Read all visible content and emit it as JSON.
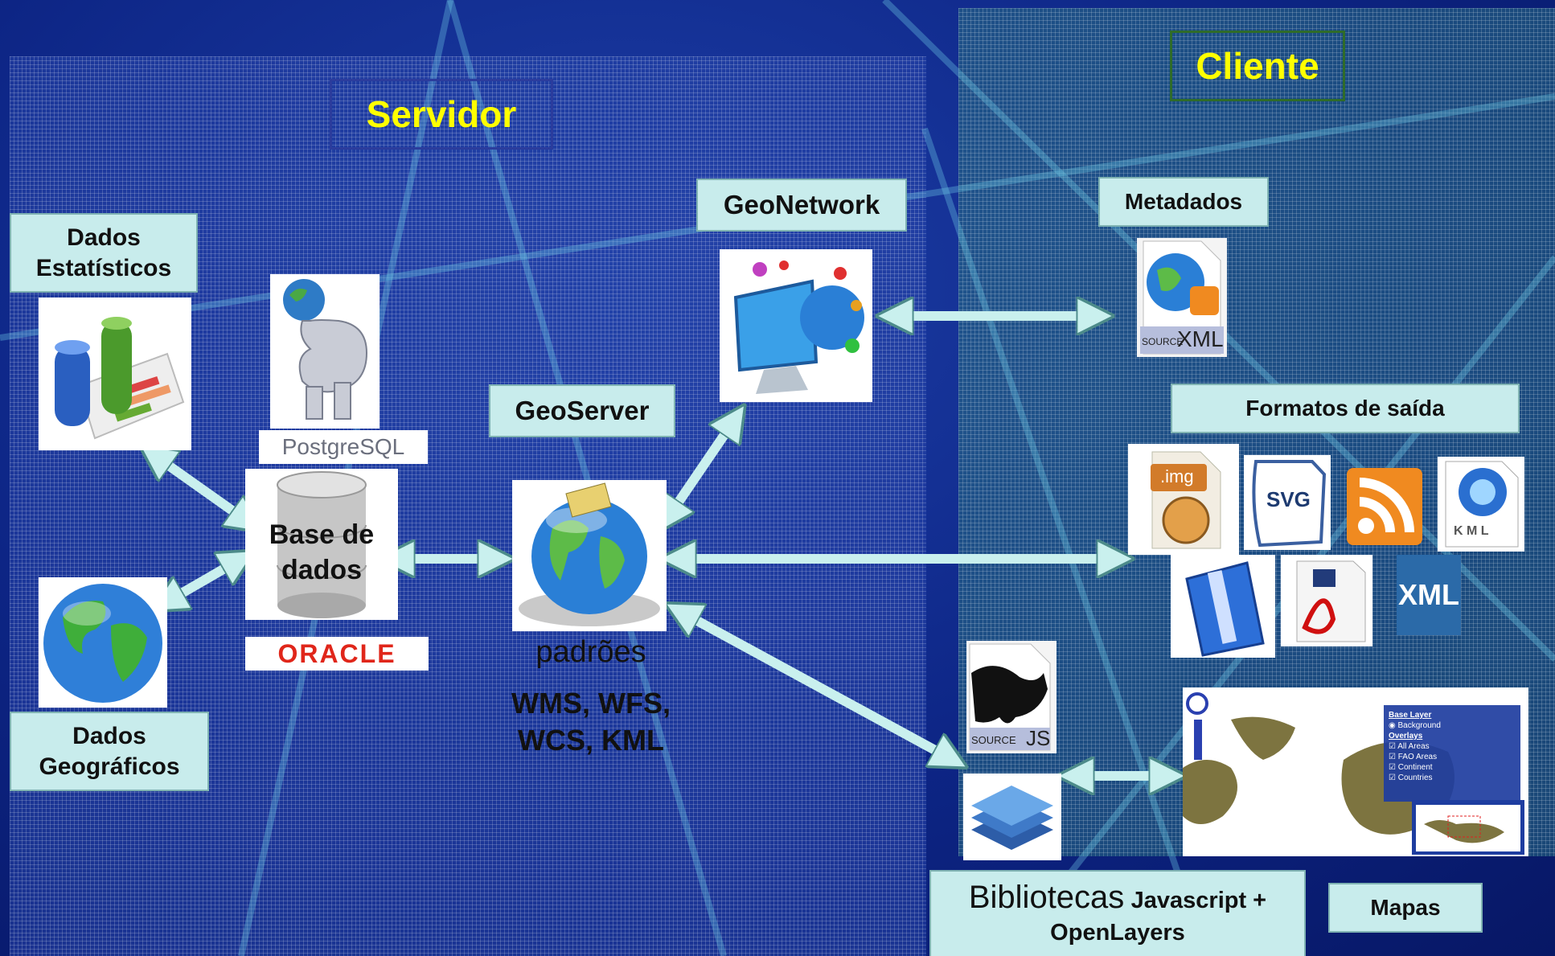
{
  "sections": {
    "server": "Servidor",
    "client": "Cliente"
  },
  "labels": {
    "dados_estatisticos": "Dados Estatísticos",
    "dados_geograficos": "Dados Geográficos",
    "geoserver": "GeoServer",
    "geonetwork": "GeoNetwork",
    "metadados": "Metadados",
    "formatos": "Formatos de saída",
    "base_de_dados": "Base de dados",
    "padroes": "padrões",
    "padroes_list": "WMS, WFS, WCS, KML",
    "mapas": "Mapas",
    "bibliotecas_prefix": "Bibliotecas",
    "bibliotecas_js": "Javascript +",
    "bibliotecas_ol": "OpenLayers"
  },
  "logos": {
    "postgresql": "PostgreSQL",
    "oracle": "ORACLE"
  },
  "formats": {
    "img": ".img",
    "svg": "SVG",
    "kml": "K M L",
    "xml": "XML"
  },
  "metadata_icon": {
    "source": "SOURCE",
    "xml": "XML"
  },
  "js_icon": {
    "source": "SOURCE",
    "js": "JS"
  },
  "map_panel": {
    "base_layer": "Base Layer",
    "background": "Background",
    "overlays": "Overlays",
    "layers": [
      "All Areas",
      "FAO Areas",
      "Continent",
      "Countries"
    ]
  },
  "colors": {
    "title_text": "#ffff00",
    "label_bg": "#c8ecec",
    "arrow_fill": "#c9f0ee",
    "server_border": "#2b3c9c",
    "client_border": "#2f6b2a"
  }
}
